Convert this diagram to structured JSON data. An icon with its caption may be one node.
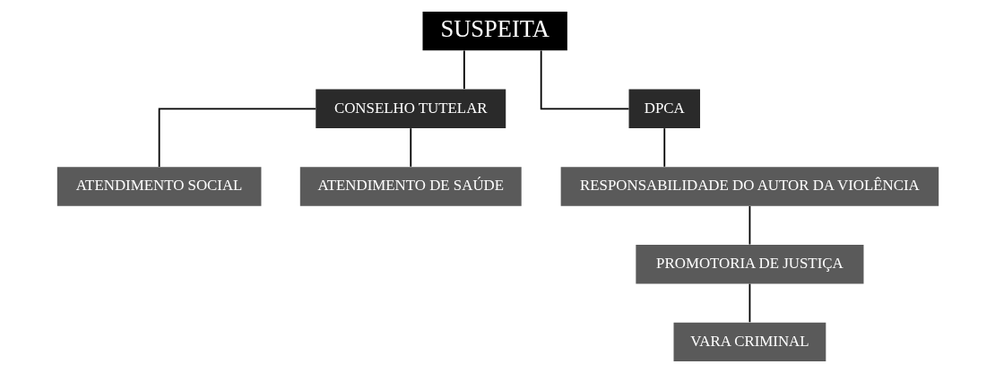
{
  "diagram": {
    "nodes": [
      {
        "text": [
          "SUSPEITA"
        ]
      },
      {
        "text": [
          "CONSELHO TUTELAR"
        ]
      },
      {
        "text": [
          "DPCA"
        ]
      },
      {
        "text": [
          "ATENDIMENTO SOCIAL"
        ]
      },
      {
        "text": [
          "ATENDIMENTO DE SAÚDE"
        ]
      },
      {
        "text": [
          "RESPONSABILIDADE DO AUTOR DA VIOLÊNCIA"
        ]
      },
      {
        "text": [
          "PROMOTORIA DE JUSTIÇA"
        ]
      },
      {
        "text": [
          "VARA CRIMINAL"
        ]
      }
    ],
    "edges": [
      {
        "from": 0,
        "to": 1,
        "arrow": "none"
      },
      {
        "from": 0,
        "to": 2,
        "arrow": "none"
      },
      {
        "from": 1,
        "to": 3,
        "arrow": "none"
      },
      {
        "from": 1,
        "to": 4,
        "arrow": "none"
      },
      {
        "from": 2,
        "to": 5,
        "arrow": "none"
      },
      {
        "from": 5,
        "to": 6,
        "arrow": "none"
      },
      {
        "from": 6,
        "to": 7,
        "arrow": "none"
      }
    ]
  }
}
